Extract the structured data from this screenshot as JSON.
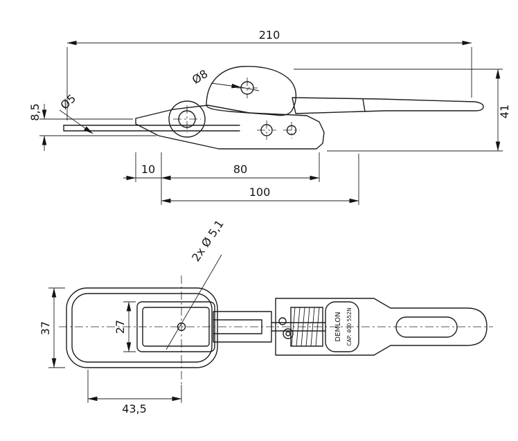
{
  "drawing": {
    "side_view": {
      "overall_length": "210",
      "height": "41",
      "rod_offset": "8,5",
      "rod_diameter": "Ø5",
      "cam_hole_diameter": "Ø8",
      "hole_offset": "10",
      "hole_spacing": "80",
      "base_length": "100"
    },
    "plan_view": {
      "width": "37",
      "inner_width": "27",
      "hole_distance": "43,5",
      "mounting_holes": "2x Ø 5,1",
      "marking_line1": "DEMLON",
      "marking_line2": "CAP. 400 552N"
    }
  }
}
